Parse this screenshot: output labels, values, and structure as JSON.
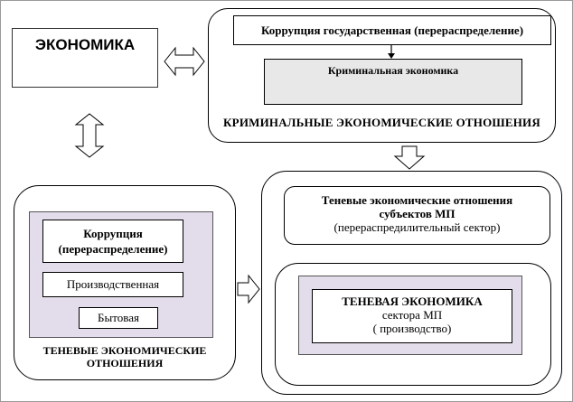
{
  "economy": {
    "label": "ЭКОНОМИКА"
  },
  "criminal": {
    "corruption_state": "Коррупция государственная (перераспределение)",
    "criminal_economy": "Криминальная экономика",
    "title": "КРИМИНАЛЬНЫЕ ЭКОНОМИЧЕСКИЕ ОТНОШЕНИЯ"
  },
  "shadow_relations": {
    "corruption_line1": "Коррупция",
    "corruption_line2": "(перераспределение)",
    "production": "Производственная",
    "household": "Бытовая",
    "title_line1": "ТЕНЕВЫЕ ЭКОНОМИЧЕСКИЕ",
    "title_line2": "ОТНОШЕНИЯ"
  },
  "small_business": {
    "relations_line1": "Теневые экономические отношения",
    "relations_line2": "субъектов МП",
    "relations_line3": "(перераспредилительный сектор)",
    "shadow_econ_title": "ТЕНЕВАЯ ЭКОНОМИКА",
    "shadow_econ_line2": "сектора МП",
    "shadow_econ_line3": "( производство)"
  },
  "colors": {
    "gray_fill": "#e8e8e8",
    "lavender_fill": "#e3dcea",
    "border": "#000000"
  }
}
